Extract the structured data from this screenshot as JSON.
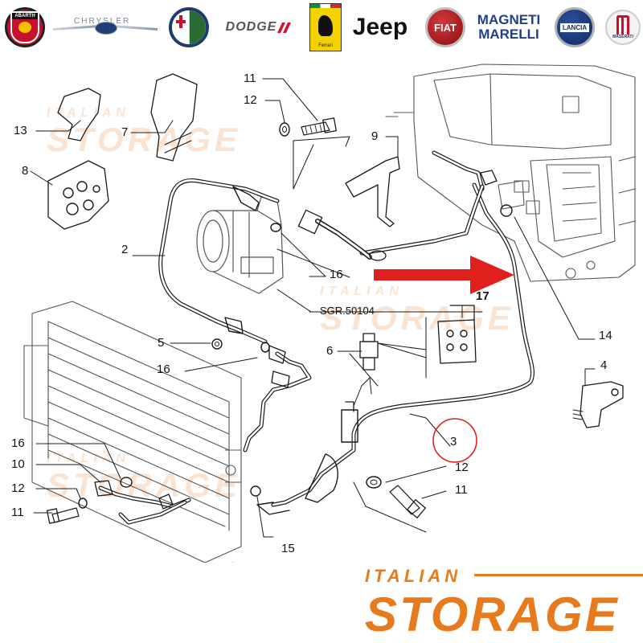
{
  "brands": {
    "abarth": "ABARTH",
    "chrysler": "CHRYSLER",
    "alfa_romeo": "ALFA ROMEO",
    "dodge": "DODGE",
    "ferrari": "Ferrari",
    "jeep": "Jeep",
    "fiat": "FIAT",
    "magneti_marelli_line1": "MAGNETI",
    "magneti_marelli_line2": "MARELLI",
    "lancia": "LANCIA",
    "maserati": "MASERATI"
  },
  "watermark": {
    "line1": "ITALIAN",
    "line2": "STORAGE"
  },
  "callouts": {
    "c11_top": "11",
    "c12_top": "12",
    "c13": "13",
    "c7": "7",
    "c9": "9",
    "c8": "8",
    "c2": "2",
    "c16_mid": "16",
    "sgr": "SGR.50104",
    "c17": "17",
    "c5": "5",
    "c6": "6",
    "c14": "14",
    "c16_left": "16",
    "c4": "4",
    "c3": "3",
    "c16_bottom": "16",
    "c10": "10",
    "c12_left": "12",
    "c12_right": "12",
    "c11_left": "11",
    "c11_right": "11",
    "c15": "15"
  },
  "colors": {
    "highlight_arrow": "#e0201c",
    "highlight_circle": "#e0201c",
    "brand_orange": "#e87a1e",
    "linework": "#1a1a1a"
  },
  "highlighted_part": "3"
}
